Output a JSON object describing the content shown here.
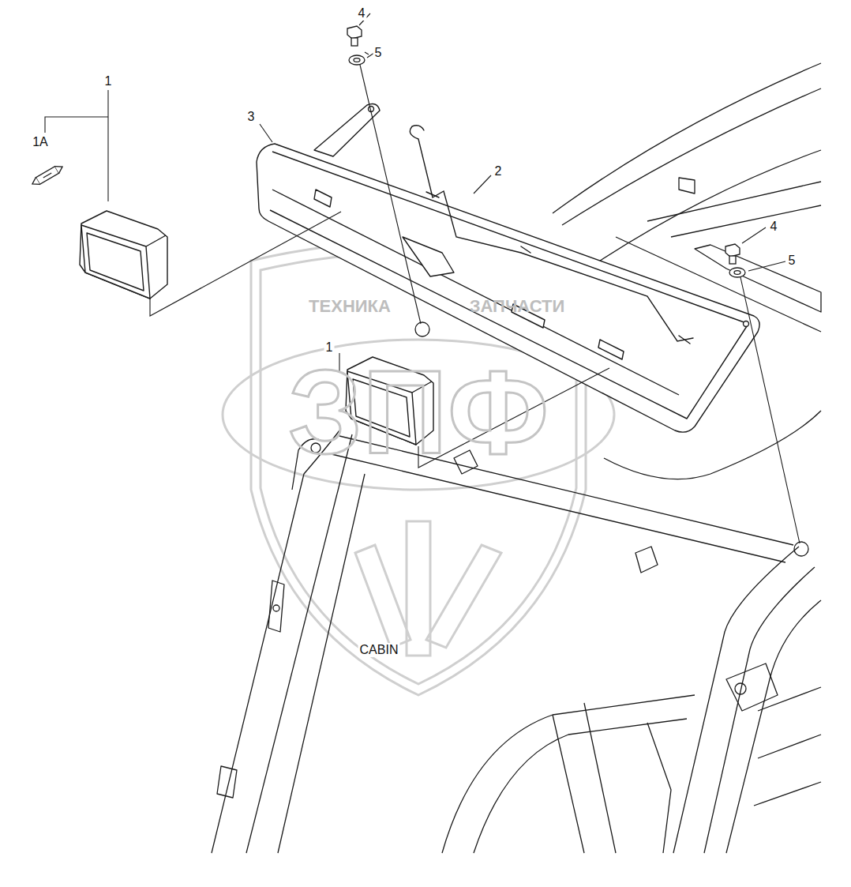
{
  "diagram": {
    "labels": [
      "1",
      "1A",
      "3",
      "4",
      "5",
      "2",
      "4",
      "5",
      "1",
      "CABIN",
      "ТЕХНИКА",
      "ЗАПЧАСТИ",
      "ЗПФ"
    ]
  }
}
